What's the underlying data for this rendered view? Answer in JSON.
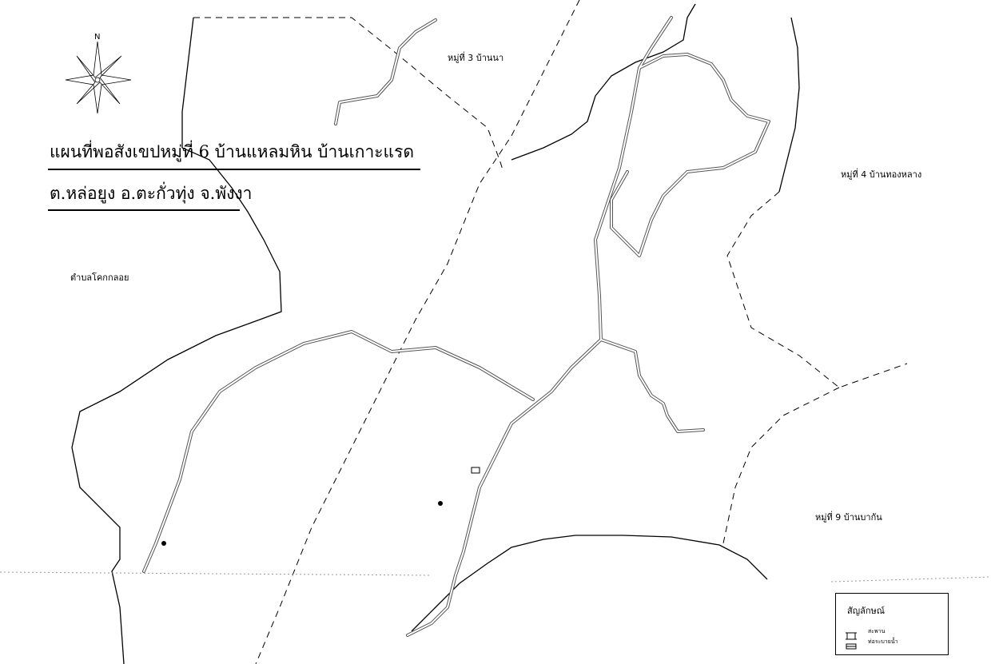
{
  "title": {
    "line1": "แผนที่พอสังเขปหมู่ที่ 6 บ้านแหลมหิน  บ้านเกาะแรด",
    "line2": "ต.หล่อยูง อ.ตะกั่วทุ่ง จ.พังงา"
  },
  "compass": {
    "north": "N"
  },
  "areas": {
    "village3": "หมู่ที่ 3 บ้านนา",
    "village4": "หมู่ที่ 4 บ้านทองหลาง",
    "village9": "หมู่ที่ 9 บ้านบากัน",
    "subdistrict": "ตำบลโคกกลอย"
  },
  "legend": {
    "title": "สัญลักษณ์",
    "items": [
      {
        "symbol": "bridge-symbol",
        "label": "สะพาน"
      },
      {
        "symbol": "culvert-symbol",
        "label": "ท่อระบายน้ำ"
      }
    ]
  },
  "colors": {
    "ink": "#000000",
    "paper": "#ffffff",
    "road": "#555555"
  }
}
